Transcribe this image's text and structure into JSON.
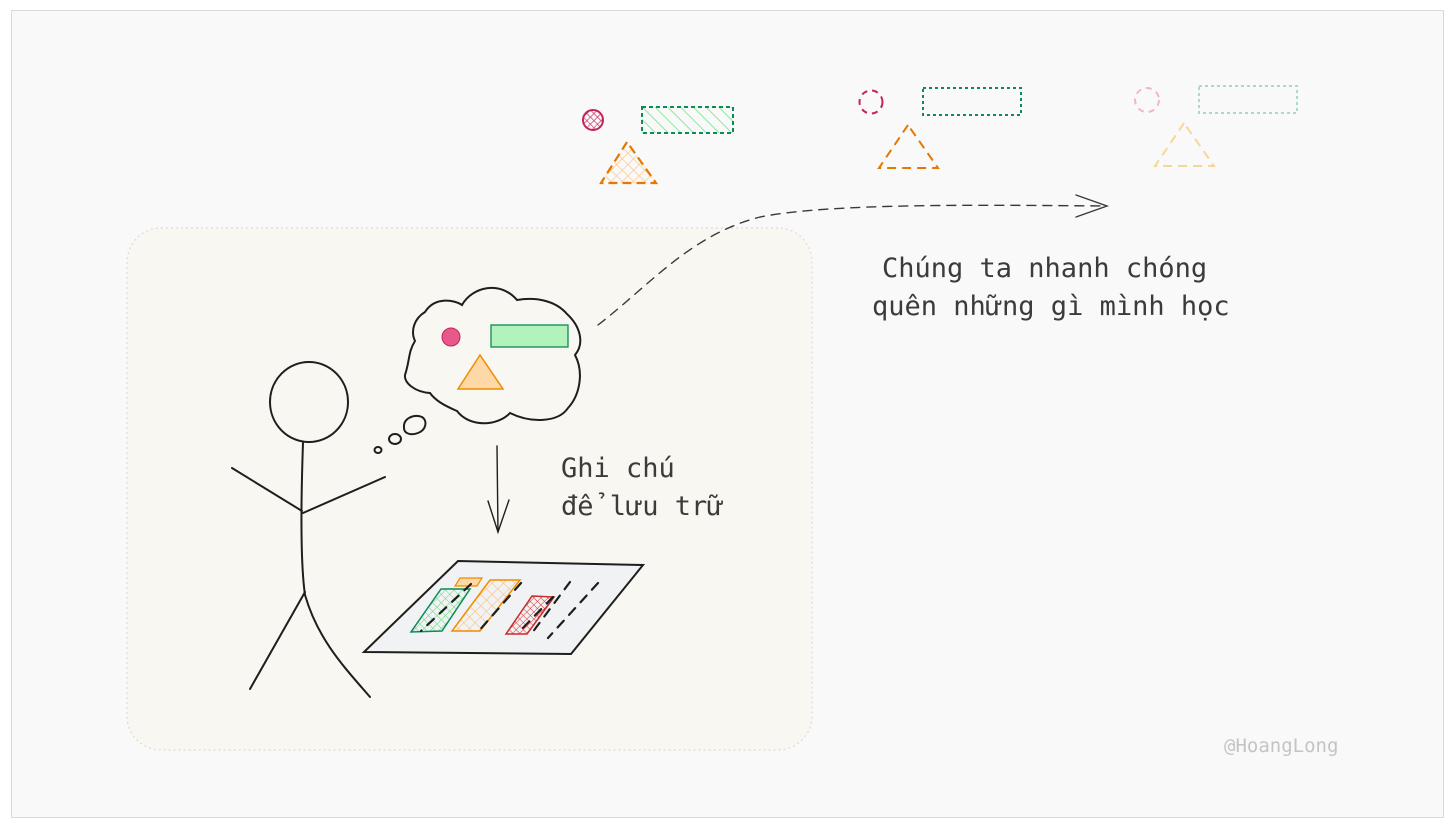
{
  "diagram": {
    "forget_text": {
      "line1": "Chúng ta nhanh chóng",
      "line2": "quên những gì mình học"
    },
    "note_text": {
      "line1": "Ghi chú",
      "line2": "để lưu trữ"
    },
    "signature": "@HoangLong"
  },
  "colors": {
    "pink": "#e8588a",
    "crimson": "#c2255c",
    "green": "#0c8a5a",
    "green_fill": "#b2f2bb",
    "orange": "#f08c00",
    "orange_fill": "#ffd8a8",
    "red": "#e03131",
    "panel": "#f8f7f1",
    "ink": "#1e1e1e"
  }
}
